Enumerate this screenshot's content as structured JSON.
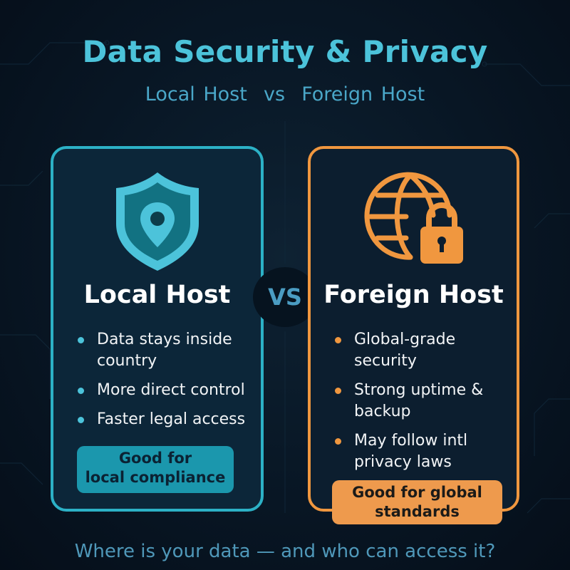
{
  "header": {
    "title": "Data Security & Privacy",
    "subtitle": "Local Host  vs  Foreign Host"
  },
  "colors": {
    "accent_cyan": "#4cc3da",
    "accent_orange": "#f0973f",
    "background": "#081624"
  },
  "local": {
    "icon": "shield-location-icon",
    "title": "Local Host",
    "bullets": [
      "Data stays inside country",
      "More direct control",
      "Faster legal access"
    ],
    "badge_line1": "Good for",
    "badge_line2": "local compliance"
  },
  "vs_label": "VS",
  "foreign": {
    "icon": "globe-lock-icon",
    "title": "Foreign Host",
    "bullets": [
      "Global-grade security",
      "Strong uptime & backup",
      "May follow intl privacy laws"
    ],
    "badge_line1": "Good for global",
    "badge_line2": "standards"
  },
  "footer": {
    "tagline": "Where is your data — and who can access it?"
  }
}
